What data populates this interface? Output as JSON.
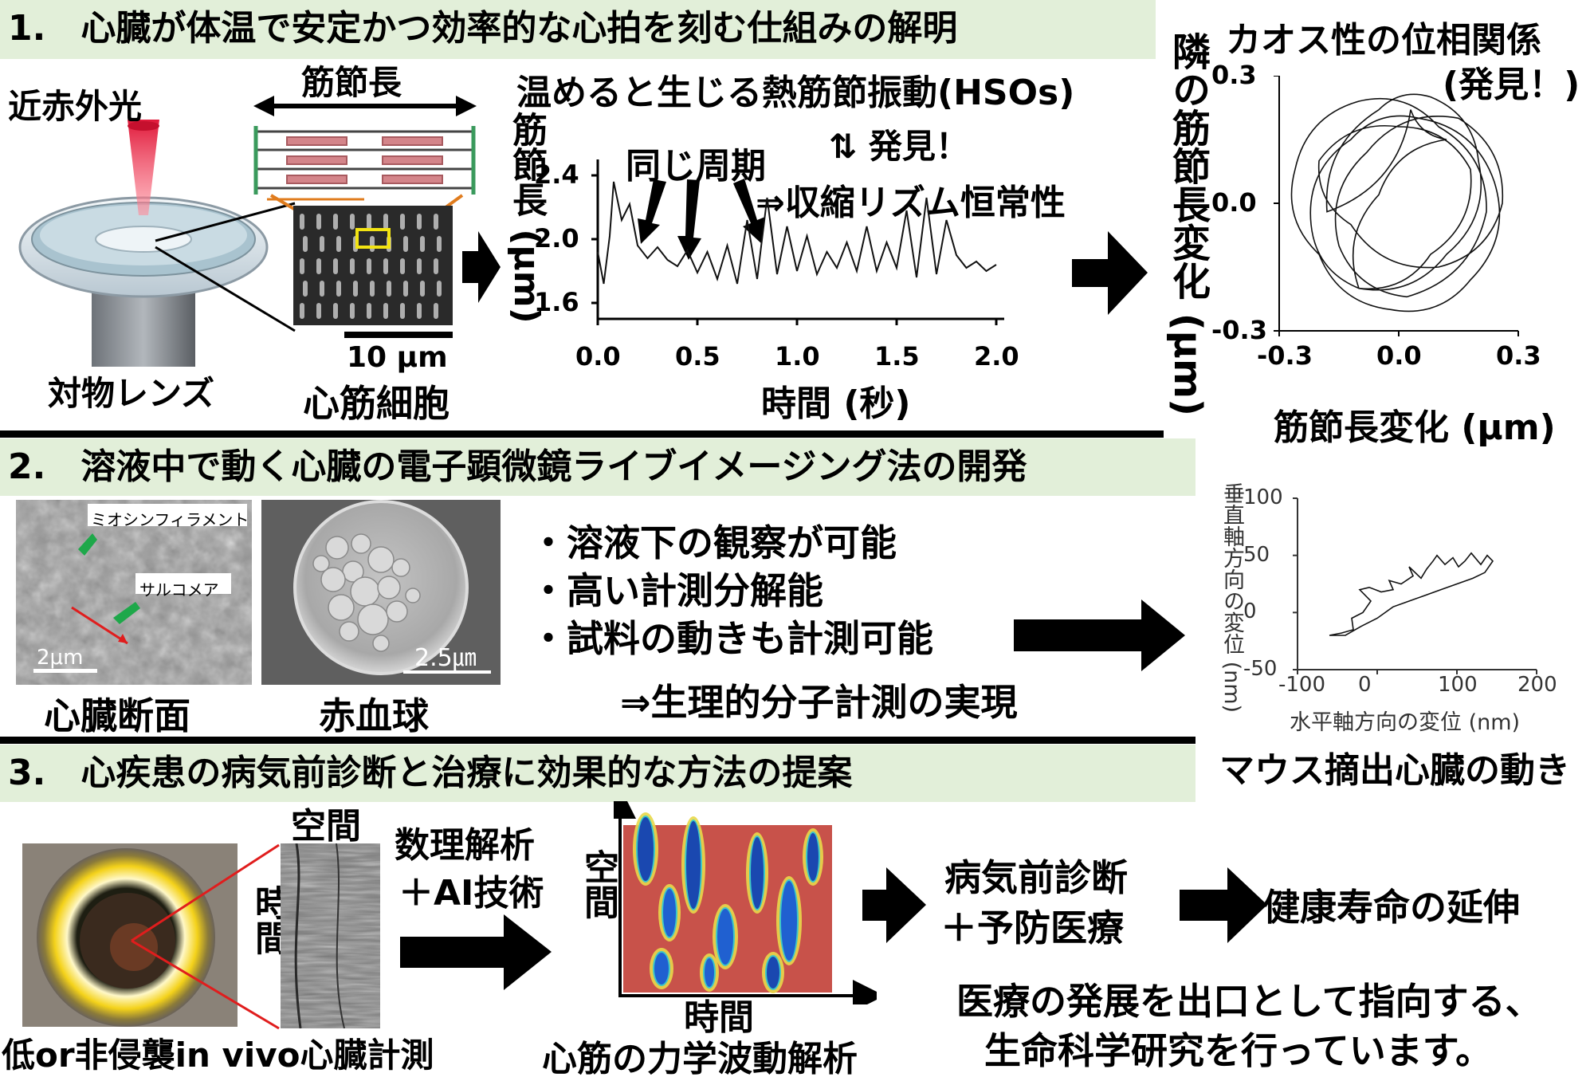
{
  "section1": {
    "banner": "1.　心臓が体温で安定かつ効率的な心拍を刻む仕組みの解明",
    "nir_label": "近赤外光",
    "objective_label": "対物レンズ",
    "sarcomere_length_label": "筋節長",
    "scale_bar_label": "10 μm",
    "cell_label": "心筋細胞",
    "graph_title": "温めると生じる熱筋節振動(HSOs)",
    "discovery": "⇅ 発見！",
    "same_period": "同じ周期",
    "rhythm": "⇒収縮リズム恒常性",
    "phase_title": "カオス性の位相関係",
    "phase_subtitle": "(発見！)"
  },
  "section2": {
    "banner": "2.　溶液中で動く心臓の電子顕微鏡ライブイメージング法の開発",
    "myosin_label": "ミオシンフィラメント",
    "sarcomere_label": "サルコメア",
    "scale_2um": "2μm",
    "scale_25um": "2.5㎛",
    "heart_section_label": "心臓断面",
    "rbc_label": "赤血球",
    "bullets": [
      "・溶液下の観察が可能",
      "・高い計測分解能",
      "・試料の動きも計測可能"
    ],
    "conclusion": "⇒生理的分子計測の実現",
    "mouse_caption": "マウス摘出心臓の動き"
  },
  "section3": {
    "banner": "3.　心疾患の病気前診断と治療に効果的な方法の提案",
    "space_label": "空間",
    "time_label": "時間",
    "invivo_label": "低or非侵襲in vivo心臓計測",
    "math_label_1": "数理解析",
    "math_label_2": "＋AI技術",
    "wave_space": "空間",
    "wave_time": "時間",
    "wave_label": "心筋の力学波動解析",
    "prediag_1": "病気前診断",
    "prediag_2": "＋予防医療",
    "healthy": "健康寿命の延伸",
    "closing_1": "医療の発展を出口として指向する、",
    "closing_2": "生命科学研究を行っています。"
  },
  "chart_data": [
    {
      "type": "line",
      "title": "温めると生じる熱筋節振動(HSOs)",
      "xlabel": "時間 (秒)",
      "ylabel": "筋節長 (μm)",
      "xlim": [
        0.0,
        2.0
      ],
      "ylim": [
        1.5,
        2.5
      ],
      "xticks": [
        "0.0",
        "0.5",
        "1.0",
        "1.5",
        "2.0"
      ],
      "yticks": [
        "1.6",
        "2.0",
        "2.4"
      ],
      "series": [
        {
          "x": [
            0.0,
            0.03,
            0.06,
            0.08,
            0.12,
            0.16,
            0.2,
            0.25,
            0.3,
            0.35,
            0.4,
            0.45,
            0.5,
            0.55,
            0.6,
            0.65,
            0.7,
            0.75,
            0.8,
            0.85,
            0.9,
            0.95,
            1.0,
            1.05,
            1.1,
            1.15,
            1.2,
            1.25,
            1.3,
            1.35,
            1.4,
            1.45,
            1.5,
            1.55,
            1.6,
            1.65,
            1.7,
            1.75,
            1.8,
            1.85,
            1.9,
            1.95,
            2.0
          ],
          "y": [
            1.92,
            1.72,
            2.02,
            2.36,
            2.12,
            2.22,
            1.96,
            1.88,
            1.95,
            1.87,
            1.83,
            1.93,
            1.79,
            1.92,
            1.75,
            1.96,
            1.72,
            2.12,
            1.75,
            2.26,
            1.78,
            2.08,
            1.8,
            2.02,
            1.78,
            1.92,
            1.82,
            1.98,
            1.8,
            2.08,
            1.8,
            1.98,
            1.82,
            2.18,
            1.76,
            2.26,
            1.78,
            2.12,
            1.9,
            1.82,
            1.86,
            1.8,
            1.84
          ]
        }
      ]
    },
    {
      "type": "line",
      "title": "カオス性の位相関係",
      "xlabel": "筋節長変化 (μm)",
      "ylabel": "隣の筋節長変化 (μm)",
      "xlim": [
        -0.3,
        0.3
      ],
      "ylim": [
        -0.3,
        0.3
      ],
      "xticks": [
        "-0.3",
        "0.0",
        "0.3"
      ],
      "yticks": [
        "0.3",
        "0.0",
        "-0.3"
      ],
      "series": [
        {
          "x": [
            -0.05,
            0.08,
            0.2,
            0.12,
            -0.1,
            -0.22,
            -0.12,
            0.05,
            0.24,
            0.18,
            -0.02,
            -0.2,
            -0.26,
            -0.1,
            0.1,
            0.22,
            0.02,
            -0.15,
            -0.08,
            0.15,
            0.26,
            0.1,
            -0.12,
            -0.2,
            0.0,
            0.18,
            0.08,
            -0.1,
            -0.05,
            0.12,
            0.03,
            -0.18,
            -0.05
          ],
          "y": [
            0.22,
            0.25,
            0.1,
            -0.12,
            -0.2,
            -0.05,
            0.15,
            0.2,
            0.05,
            -0.18,
            -0.25,
            -0.12,
            0.08,
            0.24,
            0.18,
            -0.02,
            -0.22,
            -0.1,
            0.12,
            0.2,
            0.0,
            -0.15,
            -0.05,
            0.1,
            0.18,
            0.08,
            -0.12,
            -0.2,
            0.02,
            0.15,
            0.22,
            -0.02,
            0.22
          ]
        }
      ]
    },
    {
      "type": "line",
      "xlabel": "水平軸方向の変位 (nm)",
      "ylabel": "垂直軸方向の変位 (nm)",
      "xlim": [
        -100,
        200
      ],
      "ylim": [
        -50,
        100
      ],
      "xticks": [
        "-100",
        "0",
        "100",
        "200"
      ],
      "yticks": [
        "100",
        "50",
        "0",
        "-50"
      ],
      "series": [
        {
          "x": [
            -60,
            -45,
            -30,
            -32,
            -18,
            -8,
            -22,
            -10,
            5,
            20,
            15,
            30,
            45,
            40,
            55,
            62,
            70,
            75,
            85,
            95,
            102,
            110,
            118,
            130,
            138,
            145,
            135,
            120,
            100,
            80,
            60,
            40,
            20,
            0,
            -20,
            -40,
            -60
          ],
          "y": [
            -20,
            -18,
            -15,
            -5,
            0,
            10,
            20,
            22,
            18,
            20,
            28,
            25,
            32,
            40,
            30,
            38,
            45,
            50,
            42,
            48,
            40,
            45,
            52,
            42,
            50,
            45,
            35,
            30,
            25,
            20,
            15,
            10,
            5,
            -5,
            -12,
            -20,
            -20
          ]
        }
      ]
    }
  ]
}
